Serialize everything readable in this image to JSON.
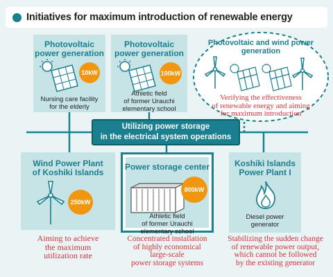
{
  "header": {
    "title": "Initiatives for maximum introduction of renewable energy"
  },
  "top_boxes": [
    {
      "title": "Photovoltaic power generation",
      "badge": "10kW",
      "caption": [
        "Nursing care facility",
        "for the elderly"
      ]
    },
    {
      "title": "Photovoltaic power generation",
      "badge": "100kW",
      "caption": [
        "Athletic field",
        "of former Urauchi",
        "elementary school"
      ]
    },
    {
      "title": [
        "Photovoltaic and wind power",
        "generation"
      ],
      "note": [
        "Verifying the effectiveness",
        "of renewable energy and aiming",
        "for maximum introduction"
      ]
    }
  ],
  "central_bar": {
    "lines": [
      "Utilizing power storage",
      "in the electrical system operations"
    ]
  },
  "bottom_boxes": [
    {
      "title": [
        "Wind Power Plant",
        "of Koshiki Islands"
      ],
      "badge": "250kW",
      "note": [
        "Aiming to achieve",
        "the maximum",
        "utilization rate"
      ]
    },
    {
      "title": "Power storage center",
      "badge": "800kW",
      "caption": [
        "Athletic field",
        "of former Urauchi",
        "elementary school"
      ],
      "note": [
        "Concentrated installation",
        "of highly economical",
        "large-scale",
        "power storage systems"
      ]
    },
    {
      "title": [
        "Koshiki Islands",
        "Power Plant I"
      ],
      "caption": [
        "Diesel power",
        "generator"
      ],
      "note": [
        "Stabilizing the sudden change",
        "of renewable power output,",
        "which cannot be followed",
        "by the existing generator"
      ]
    }
  ],
  "colors": {
    "teal": "#1a7f8e",
    "box": "#c6e3e6",
    "badge": "#f0960f",
    "note": "#d6333b",
    "background": "#eaf4f4"
  }
}
